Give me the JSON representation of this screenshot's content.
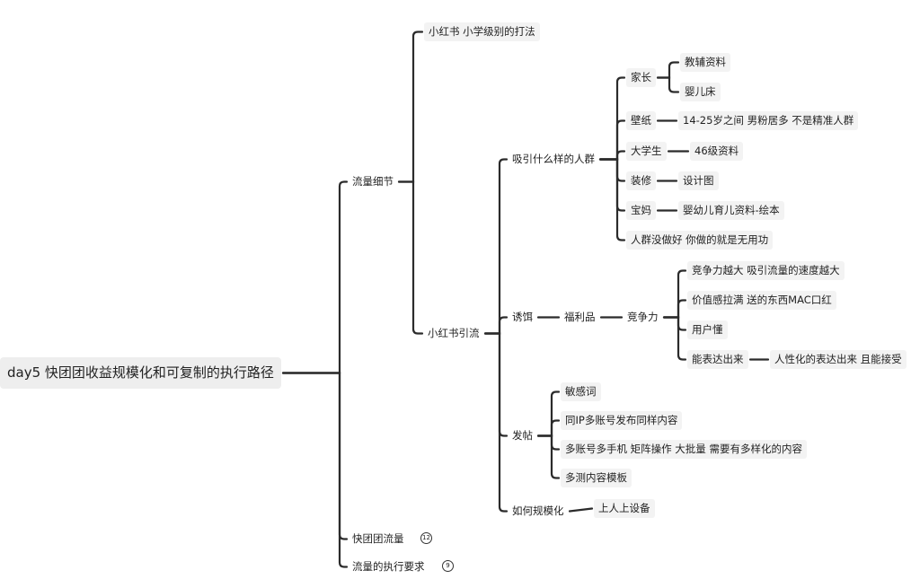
{
  "root": "day5 快团团收益规模化和可复制的执行路径",
  "branches": {
    "liuliang_xijie": "流量细节",
    "kuaituantuan_liuliang": "快团团流量",
    "liuliang_zhixing": "流量的执行要求"
  },
  "collapsed_counts": {
    "kuaituantuan_liuliang": "12",
    "liuliang_zhixing": "9"
  },
  "xijie": {
    "xhs_play": "小红书 小学级别的打法",
    "xhs_traffic": "小红书引流"
  },
  "traffic": {
    "audience": "吸引什么样的人群",
    "bait": "诱饵",
    "posting": "发帖",
    "scale": "如何规模化"
  },
  "audience": {
    "parents": "家长",
    "parents_children": [
      "教辅资料",
      "婴儿床"
    ],
    "wallpaper": "壁纸",
    "wallpaper_detail": "14-25岁之间 男粉居多 不是精准人群",
    "students": "大学生",
    "students_detail": "46级资料",
    "decoration": "装修",
    "decoration_detail": "设计图",
    "mothers": "宝妈",
    "mothers_detail": "婴幼儿育儿资料-绘本",
    "warning": "人群没做好 你做的就是无用功"
  },
  "bait": {
    "welfare": "福利品",
    "competitiveness": "竞争力",
    "points": [
      "竞争力越大 吸引流量的速度越大",
      "价值感拉满  送的东西MAC口红",
      "用户懂",
      "能表达出来"
    ],
    "express_detail": "人性化的表达出来 且能接受"
  },
  "posting": {
    "items": [
      "敏感词",
      "同IP多账号发布同样内容",
      "多账号多手机 矩阵操作 大批量 需要有多样化的内容",
      "多测内容模板"
    ]
  },
  "scale": {
    "detail": "上人上设备"
  }
}
